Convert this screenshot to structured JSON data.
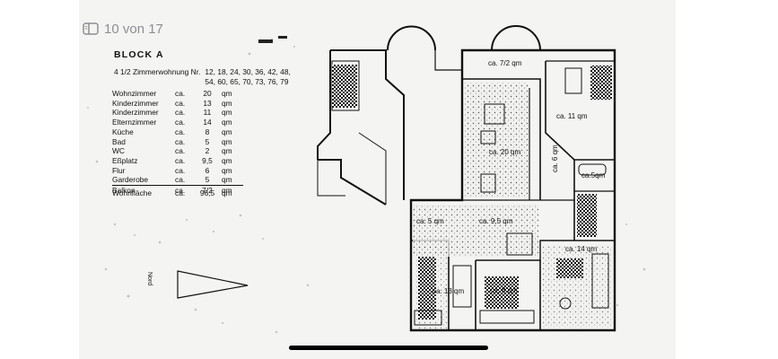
{
  "viewer": {
    "page_counter": "10 von 17",
    "sidebar_icon": "sidebar-icon"
  },
  "plan": {
    "block_title": "BLOCK A",
    "apartment_type": "4 1/2 Zimmerwohnung Nr.",
    "apartment_numbers_line1": "12, 18, 24, 30, 36, 42, 48,",
    "apartment_numbers_line2": "54, 60, 65, 70, 73, 76, 79",
    "rooms": [
      {
        "name": "Wohnzimmer",
        "ca": "ca.",
        "value": "20",
        "unit": "qm"
      },
      {
        "name": "Kinderzimmer",
        "ca": "ca.",
        "value": "13",
        "unit": "qm"
      },
      {
        "name": "Kinderzimmer",
        "ca": "ca.",
        "value": "11",
        "unit": "qm"
      },
      {
        "name": "Elternzimmer",
        "ca": "ca.",
        "value": "14",
        "unit": "qm"
      },
      {
        "name": "Küche",
        "ca": "ca.",
        "value": "8",
        "unit": "qm"
      },
      {
        "name": "Bad",
        "ca": "ca.",
        "value": "5",
        "unit": "qm"
      },
      {
        "name": "WC",
        "ca": "ca.",
        "value": "2",
        "unit": "qm"
      },
      {
        "name": "Eßplatz",
        "ca": "ca.",
        "value": "9,5",
        "unit": "qm"
      },
      {
        "name": "Flur",
        "ca": "ca.",
        "value": "6",
        "unit": "qm"
      },
      {
        "name": "Garderobe",
        "ca": "ca.",
        "value": "5",
        "unit": "qm"
      },
      {
        "name": "Balkon",
        "ca": "ca.",
        "value": "7/2",
        "unit": "qm"
      }
    ],
    "total": {
      "name": "Wohnfläche",
      "ca": "ca.",
      "value": "96,5",
      "unit": "qm"
    },
    "north_label": "Nord",
    "room_labels": {
      "balkon": "ca. 7/2 qm",
      "kueche": "ca. 11 qm",
      "wohnzimmer": "ca. 20 qm",
      "bad": "ca.5qm",
      "flur": "ca. 6 qm",
      "garderobe": "ca. 5 qm",
      "essplatz": "ca. 9,5 qm",
      "elternzimmer": "ca. 14 qm",
      "kinderzimmer": "ca. 13 qm",
      "kinderzimmer2": "ca. 8 qm"
    }
  }
}
